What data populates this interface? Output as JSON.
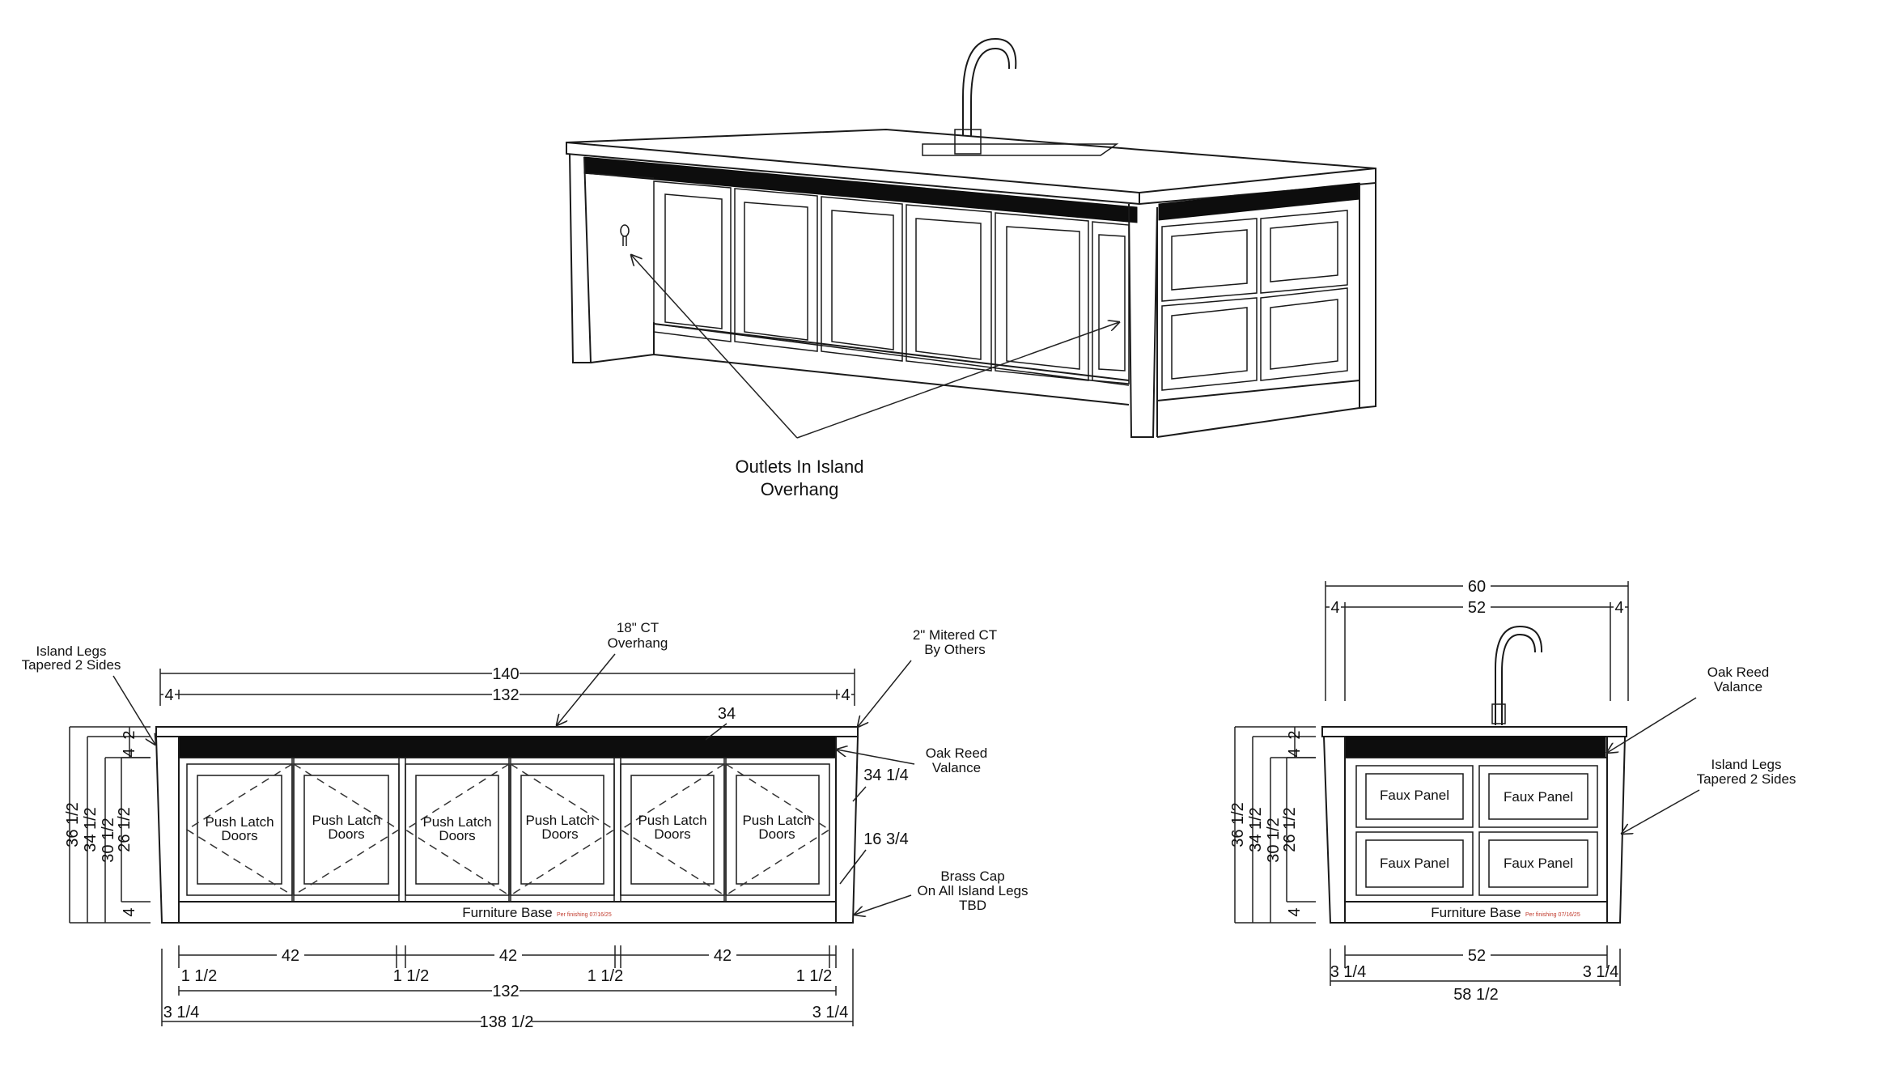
{
  "iso": {
    "callout": [
      "Outlets In Island",
      "Overhang"
    ]
  },
  "front": {
    "notes": {
      "legs": [
        "Island Legs",
        "Tapered 2 Sides"
      ],
      "overhang": [
        "18\" CT",
        "Overhang"
      ],
      "mitered": [
        "2\" Mitered CT",
        "By Others"
      ],
      "valance": [
        "Oak Reed",
        "Valance"
      ],
      "brass": [
        "Brass Cap",
        "On All Island Legs",
        "TBD"
      ]
    },
    "door_labels": [
      [
        "Push Latch",
        "Doors"
      ],
      [
        "Push Latch",
        "Doors"
      ],
      [
        "Push Latch",
        "Doors"
      ],
      [
        "Push Latch",
        "Doors"
      ],
      [
        "Push Latch",
        "Doors"
      ],
      [
        "Push Latch",
        "Doors"
      ]
    ],
    "base_label": "Furniture Base",
    "base_tag": "Per finishing 07/16/25",
    "dims": {
      "top_overall": "140",
      "top_inner": "132",
      "top_left": "4",
      "top_right": "4",
      "depth": "34",
      "h_a": "36 1/2",
      "h_b": "34 1/2",
      "h_c": "30 1/2",
      "h_d": "26 1/2",
      "h_top": "2",
      "h_mid": "4",
      "h_bot": "4",
      "right_a": "34 1/4",
      "right_b": "16 3/4",
      "bay1": "42",
      "bay2": "42",
      "bay3": "42",
      "gap1": "1 1/2",
      "gap2": "1 1/2",
      "gap3": "1 1/2",
      "gap4": "1 1/2",
      "bottom_inner": "132",
      "leg_left": "3 1/4",
      "leg_right": "3 1/4",
      "bottom_overall": "138 1/2"
    }
  },
  "side": {
    "notes": {
      "valance": [
        "Oak Reed",
        "Valance"
      ],
      "legs": [
        "Island Legs",
        "Tapered 2 Sides"
      ]
    },
    "panel_labels": [
      "Faux Panel",
      "Faux Panel",
      "Faux Panel",
      "Faux Panel"
    ],
    "base_label": "Furniture Base",
    "base_tag": "Per finishing 07/16/25",
    "dims": {
      "top_overall": "60",
      "top_inner": "52",
      "top_left": "4",
      "top_right": "4",
      "h_a": "36 1/2",
      "h_b": "34 1/2",
      "h_c": "30 1/2",
      "h_d": "26 1/2",
      "h_top": "2",
      "h_mid": "4",
      "h_bot": "4",
      "bottom_inner": "52",
      "leg_left": "3 1/4",
      "leg_right": "3 1/4",
      "bottom_overall": "58 1/2"
    }
  }
}
